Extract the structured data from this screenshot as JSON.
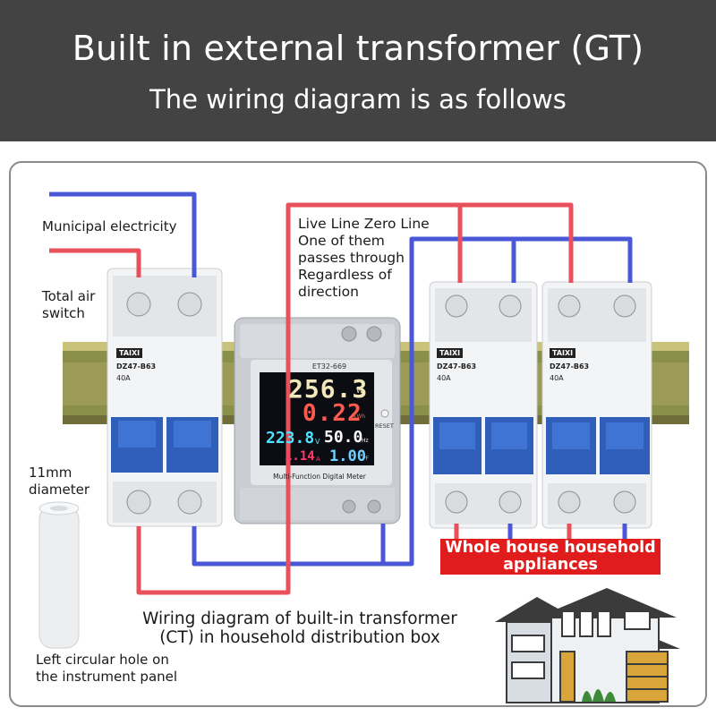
{
  "header": {
    "title": "Built in external transformer (GT)",
    "subtitle": "The wiring diagram is as follows"
  },
  "labels": {
    "municipal": "Municipal electricity",
    "total_switch": "Total air\nswitch",
    "live_zero": "Live Line Zero Line\nOne of them\npasses through\nRegardless of\ndirection",
    "diameter": "11mm\ndiameter",
    "hole": "Left circular hole on\nthe instrument panel",
    "caption": "Wiring diagram of built-in transformer\n(CT) in household distribution box",
    "appliances": "Whole house household\nappliances"
  },
  "meter": {
    "model": "ET32-669",
    "caption": "Multi-Function Digital Meter",
    "reset": "RESET",
    "power": "256.3",
    "power_unit": "W",
    "energy": "0.22",
    "energy_unit": "kWh",
    "voltage": "223.8",
    "voltage_unit": "V",
    "frequency": "50.0",
    "frequency_unit": "Hz",
    "current": "1.14",
    "current_unit": "A",
    "pf": "1.00",
    "pf_unit": "PF"
  },
  "breaker": {
    "brand": "TAIXI",
    "model": "DZ47-B63",
    "rating": "40A"
  },
  "colors": {
    "header_bg": "#434343",
    "live_wire": "#e8505b",
    "neutral_wire": "#4a57d6",
    "breaker_blue": "#2f5fb8",
    "appliance_banner": "#e11c1c"
  }
}
